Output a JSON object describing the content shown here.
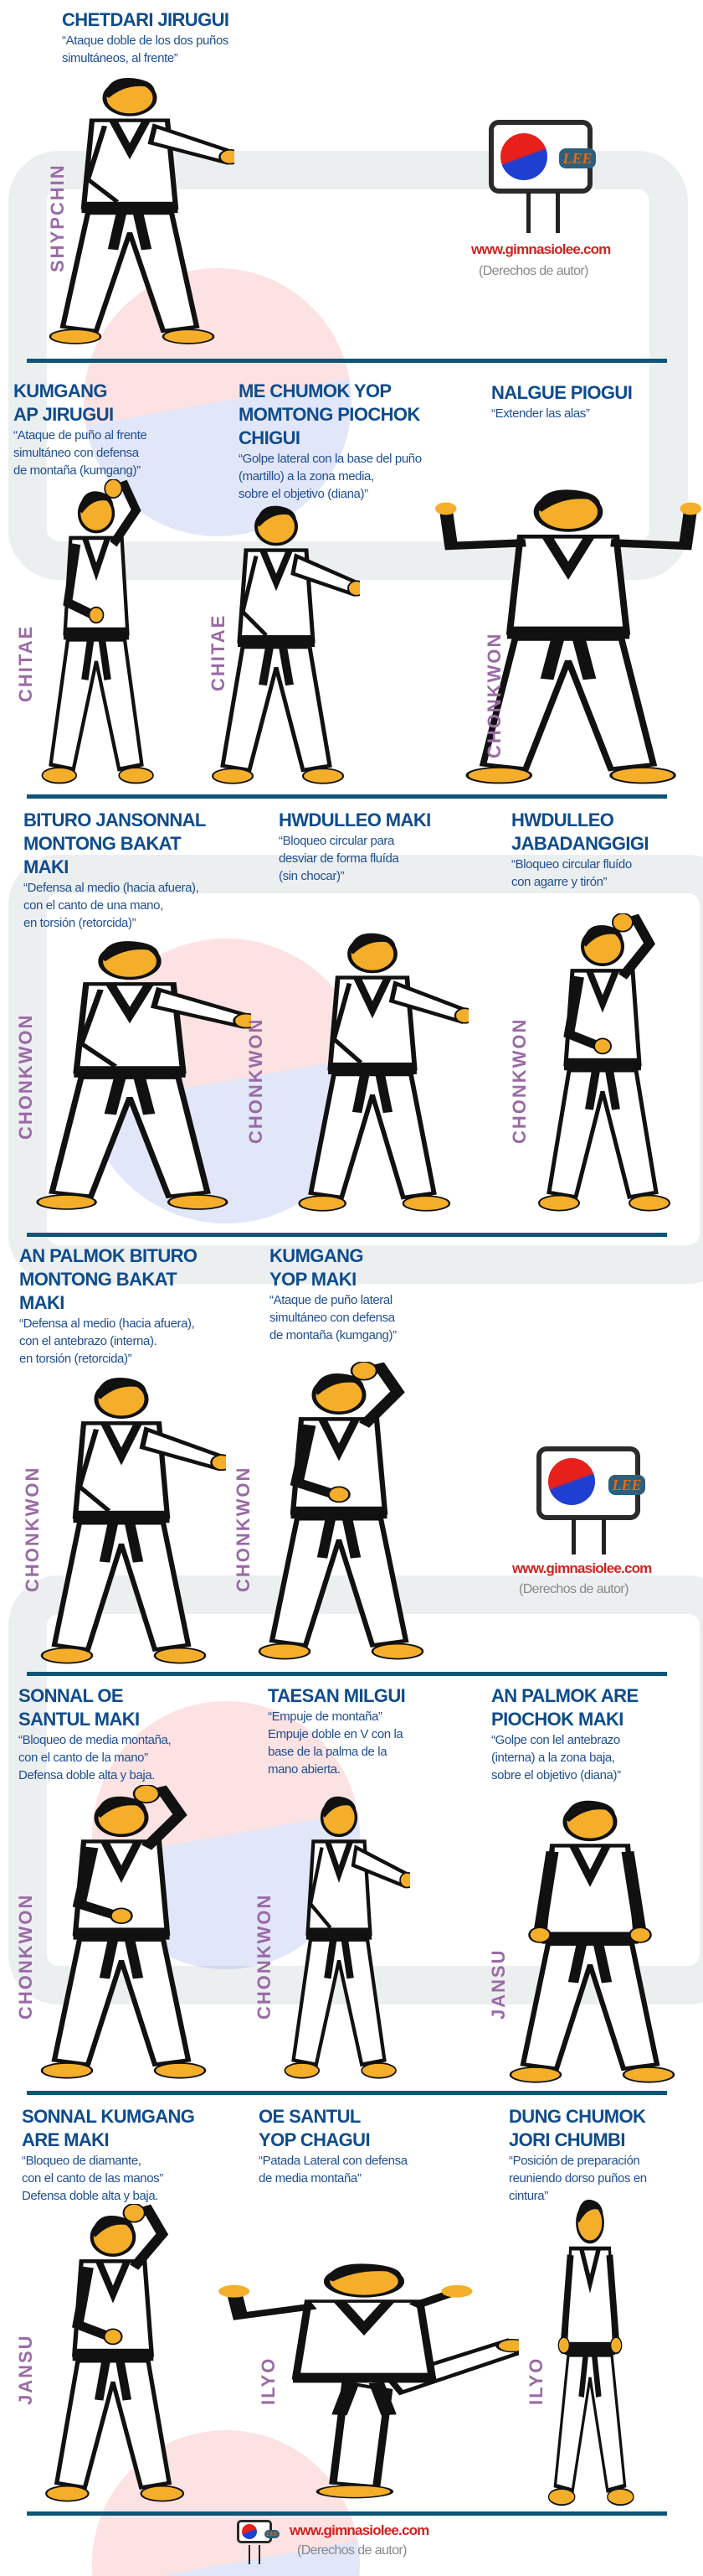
{
  "techniques": [
    {
      "title": [
        "CHETDARI JIRUGUI"
      ],
      "desc": [
        "“Ataque doble de los dos puños",
        "simultáneos, al frente”"
      ],
      "stance": "SHYPCHIN"
    },
    {
      "title": [
        "KUMGANG",
        "AP JIRUGUI"
      ],
      "desc": [
        "“Ataque de puño al frente",
        "simultáneo con defensa",
        "de montaña (kumgang)”"
      ],
      "stance": "CHITAE"
    },
    {
      "title": [
        "ME CHUMOK YOP",
        "MOMTONG PIOCHOK",
        "CHIGUI"
      ],
      "desc": [
        "“Golpe lateral con la base del puño",
        "(martillo) a la zona media,",
        "sobre el objetivo (diana)”"
      ],
      "stance": "CHITAE"
    },
    {
      "title": [
        "NALGUE PIOGUI"
      ],
      "desc": [
        "“Extender las alas”"
      ],
      "stance": "CHONKWON"
    },
    {
      "title": [
        "BITURO JANSONNAL",
        "MONTONG BAKAT",
        "MAKI"
      ],
      "desc": [
        "“Defensa al medio (hacia afuera),",
        "con el canto de una mano,",
        "en torsión (retorcida)”"
      ],
      "stance": "CHONKWON"
    },
    {
      "title": [
        "HWDULLEO MAKI"
      ],
      "desc": [
        "“Bloqueo circular para",
        "desviar de forma fluída",
        "(sin chocar)”"
      ],
      "stance": "CHONKWON"
    },
    {
      "title": [
        "HWDULLEO",
        "JABADANGGIGI"
      ],
      "desc": [
        "“Bloqueo circular fluído",
        "con agarre y tirón”"
      ],
      "stance": "CHONKWON"
    },
    {
      "title": [
        "AN PALMOK BITURO",
        "MONTONG BAKAT",
        "MAKI"
      ],
      "desc": [
        "“Defensa al medio (hacia afuera),",
        "con el antebrazo (interna).",
        "en torsión (retorcida)”"
      ],
      "stance": "CHONKWON"
    },
    {
      "title": [
        "KUMGANG",
        "YOP MAKI"
      ],
      "desc": [
        "“Ataque de puño lateral",
        "simultáneo con defensa",
        "de montaña (kumgang)”"
      ],
      "stance": "CHONKWON"
    },
    {
      "title": [
        "SONNAL OE",
        "SANTUL MAKI"
      ],
      "desc": [
        "“Bloqueo de media montaña,",
        "con el canto de la mano”",
        "Defensa doble alta y baja."
      ],
      "stance": "CHONKWON"
    },
    {
      "title": [
        "TAESAN MILGUI"
      ],
      "desc": [
        "“Empuje de montaña”",
        "Empuje doble en V con la",
        "base de la palma de la",
        "mano abierta."
      ],
      "stance": "CHONKWON"
    },
    {
      "title": [
        "AN PALMOK ARE",
        "PIOCHOK MAKI"
      ],
      "desc": [
        "“Golpe con lel antebrazo",
        "(interna) a la zona baja,",
        "sobre el objetivo (diana)”"
      ],
      "stance": "JANSU"
    },
    {
      "title": [
        "SONNAL KUMGANG",
        "ARE MAKI"
      ],
      "desc": [
        "“Bloqueo de diamante,",
        "con el canto de las manos”",
        "Defensa doble alta y baja."
      ],
      "stance": "JANSU"
    },
    {
      "title": [
        "OE SANTUL",
        "YOP CHAGUI"
      ],
      "desc": [
        "“Patada Lateral con defensa",
        "de media montaña”"
      ],
      "stance": "ILYO"
    },
    {
      "title": [
        "DUNG CHUMOK",
        "JORI CHUMBI"
      ],
      "desc": [
        "“Posición de preparación",
        "reuniendo dorso puños en",
        "cintura”"
      ],
      "stance": "ILYO"
    }
  ],
  "branding": {
    "logo_text": "LEE",
    "url": "www.gimnasiolee.com",
    "copyright": "(Derechos de autor)"
  },
  "colors": {
    "title": "#0f4c8c",
    "description": "#1f4f93",
    "stance": "#9a6aa6",
    "divider": "#0e5577",
    "url": "#d0231f"
  }
}
